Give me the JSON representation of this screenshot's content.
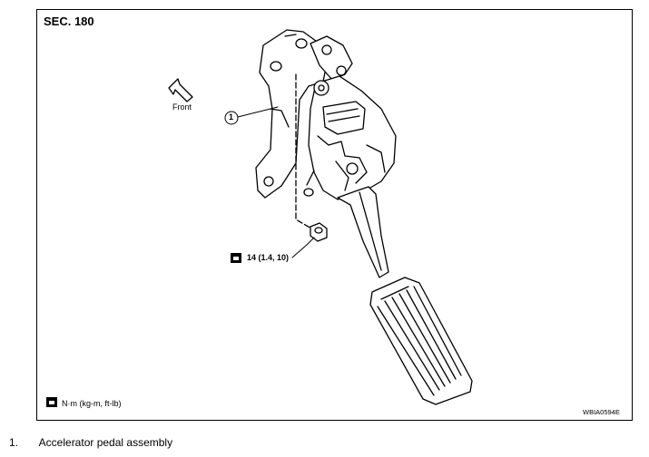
{
  "section": "SEC. 180",
  "front_label": "Front",
  "callout_1": "1",
  "torque_value": "14 (1.4, 10)",
  "legend_unit": "N·m (kg-m, ft-lb)",
  "figure_code": "WBIA0594E",
  "caption": {
    "number": "1.",
    "text": "Accelerator pedal assembly"
  }
}
